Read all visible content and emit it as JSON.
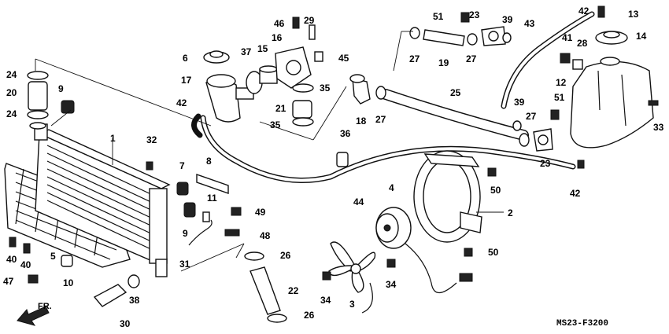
{
  "diagram": {
    "code": "MS23-F3200",
    "front_label": "FR.",
    "callouts": [
      "1",
      "2",
      "3",
      "4",
      "5",
      "6",
      "7",
      "8",
      "9",
      "9",
      "10",
      "11",
      "12",
      "13",
      "14",
      "15",
      "16",
      "17",
      "18",
      "19",
      "20",
      "21",
      "22",
      "23",
      "23",
      "24",
      "24",
      "25",
      "26",
      "26",
      "27",
      "27",
      "27",
      "27",
      "28",
      "29",
      "30",
      "31",
      "32",
      "33",
      "34",
      "34",
      "35",
      "35",
      "36",
      "37",
      "38",
      "39",
      "39",
      "40",
      "40",
      "41",
      "42",
      "42",
      "42",
      "43",
      "44",
      "45",
      "46",
      "47",
      "48",
      "49",
      "50",
      "50",
      "51",
      "51"
    ]
  }
}
